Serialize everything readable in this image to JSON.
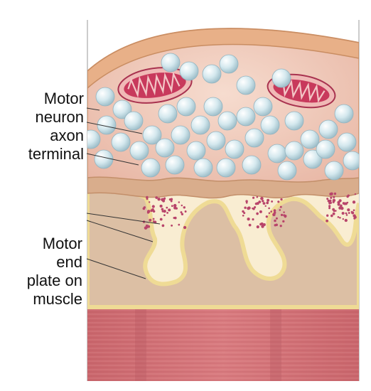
{
  "labels": {
    "axon_terminal": [
      "Motor",
      "neuron",
      "axon",
      "terminal"
    ],
    "end_plate": [
      "Motor",
      "end",
      "plate on",
      "muscle"
    ]
  },
  "colors": {
    "axon_membrane": "#e8b088",
    "cytoplasm": "#f2d0c4",
    "vesicle": "#d7eaef",
    "mitochondrion": "#c83a5c",
    "cleft": "#fbf3d8",
    "sarcoplasm": "#dcbea2",
    "receptor_dots": "#b8446a",
    "muscle_fiber": "#cf6f74"
  }
}
